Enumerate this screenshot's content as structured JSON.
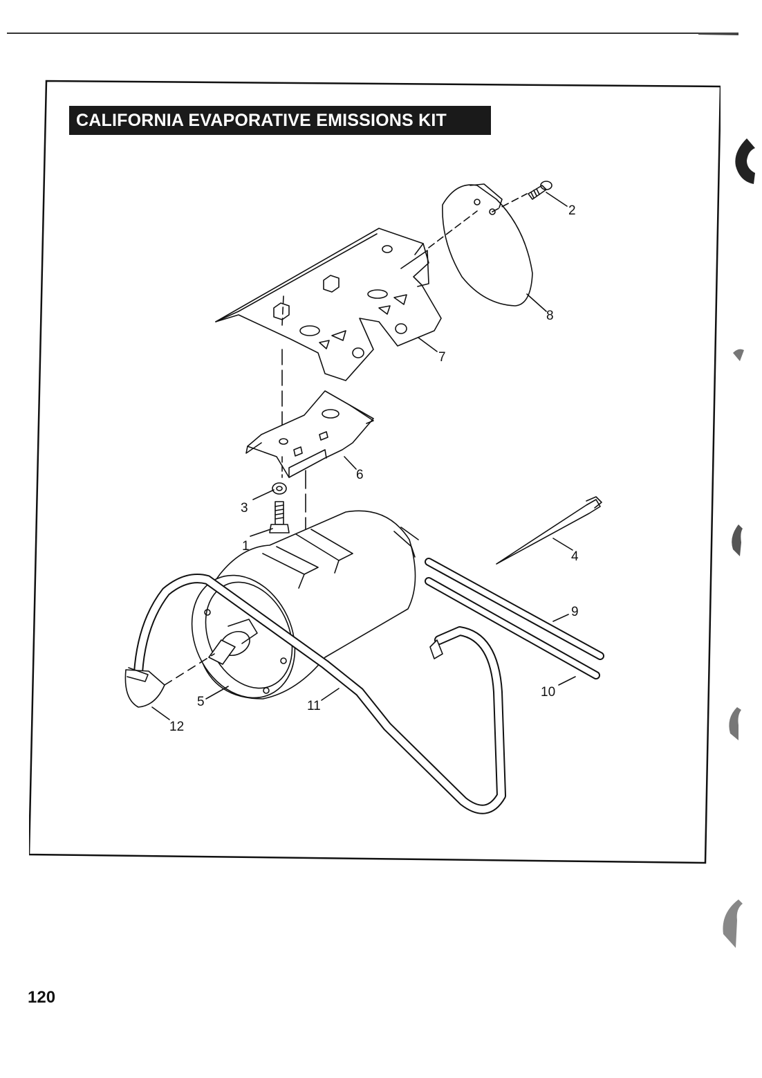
{
  "header": {
    "title": "CALIFORNIA EVAPORATIVE EMISSIONS KIT"
  },
  "footer": {
    "page_number": "120"
  },
  "callouts": {
    "c1": "1",
    "c2": "2",
    "c3": "3",
    "c4": "4",
    "c5": "5",
    "c6": "6",
    "c7": "7",
    "c8": "8",
    "c9": "9",
    "c10": "10",
    "c11": "11",
    "c12": "12"
  },
  "colors": {
    "ink": "#111111",
    "title_background": "#1a1a1a",
    "title_text": "#ffffff"
  }
}
